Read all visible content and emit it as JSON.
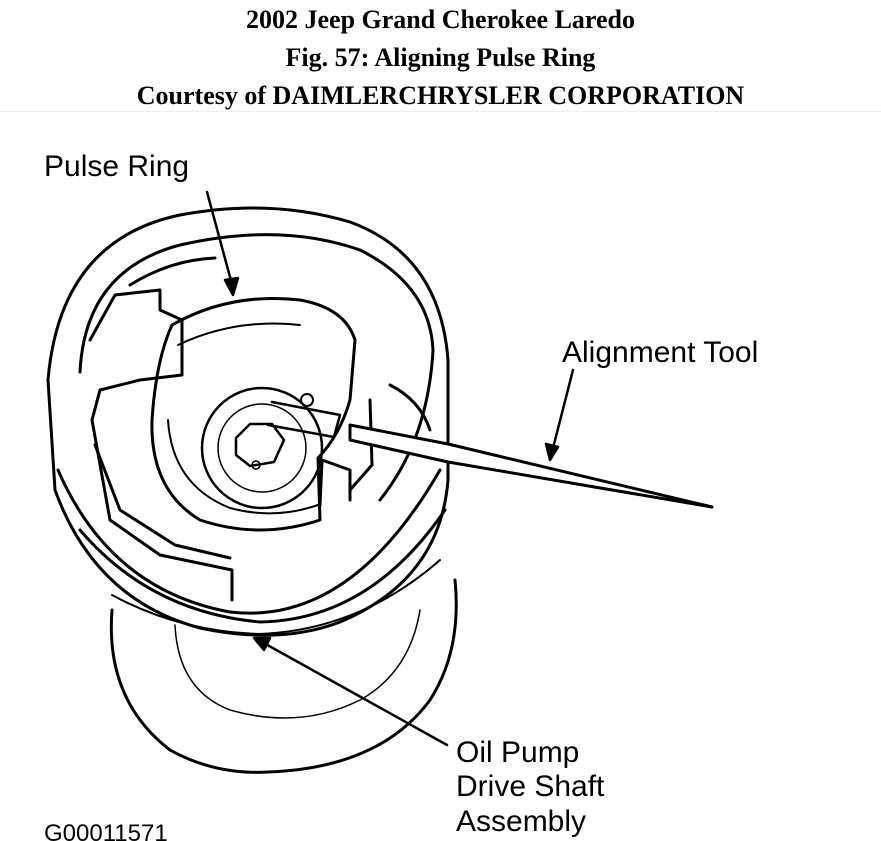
{
  "header": {
    "vehicle": "2002 Jeep Grand Cherokee Laredo",
    "figure_title": "Fig. 57: Aligning Pulse Ring",
    "courtesy": "Courtesy of DAIMLERCHRYSLER CORPORATION"
  },
  "diagram": {
    "labels": {
      "pulse_ring": "Pulse Ring",
      "alignment_tool": "Alignment Tool",
      "oil_pump_line1": "Oil Pump",
      "oil_pump_line2": "Drive Shaft",
      "oil_pump_line3": "Assembly",
      "figure_id": "G00011571"
    },
    "colors": {
      "ink": "#000000",
      "paper": "#ffffff"
    }
  }
}
